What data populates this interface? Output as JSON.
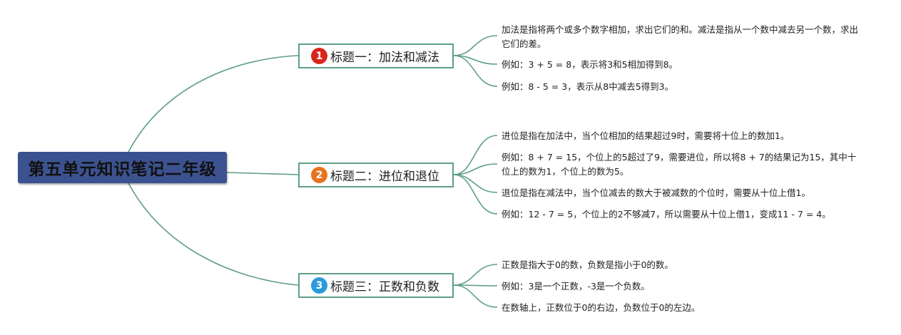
{
  "root": {
    "title": "第五单元知识笔记二年级"
  },
  "topics": [
    {
      "number": "1",
      "title": "标题一：加法和减法",
      "badge_color": "#d9261c",
      "notes": [
        "加法是指将两个或多个数字相加，求出它们的和。减法是指从一个数中减去另一个数，求出它们的差。",
        "例如：3 + 5 = 8，表示将3和5相加得到8。",
        "例如：8 - 5 = 3，表示从8中减去5得到3。"
      ]
    },
    {
      "number": "2",
      "title": "标题二：进位和退位",
      "badge_color": "#e8731f",
      "notes": [
        "进位是指在加法中，当个位相加的结果超过9时，需要将十位上的数加1。",
        "例如：8 + 7 = 15，个位上的5超过了9，需要进位，所以将8 + 7的结果记为15，其中十位上的数为1，个位上的数为5。",
        "退位是指在减法中，当个位减去的数大于被减数的个位时，需要从十位上借1。",
        "例如：12 - 7 = 5，个位上的2不够减7，所以需要从十位上借1，变成11 - 7 = 4。"
      ]
    },
    {
      "number": "3",
      "title": "标题三：正数和负数",
      "badge_color": "#2b9ad8",
      "notes": [
        "正数是指大于0的数，负数是指小于0的数。",
        "例如：3是一个正数，-3是一个负数。",
        "在数轴上，正数位于0的右边，负数位于0的左边。"
      ]
    }
  ],
  "colors": {
    "connector": "#5e9e86",
    "root_bg": "#3c5290"
  }
}
